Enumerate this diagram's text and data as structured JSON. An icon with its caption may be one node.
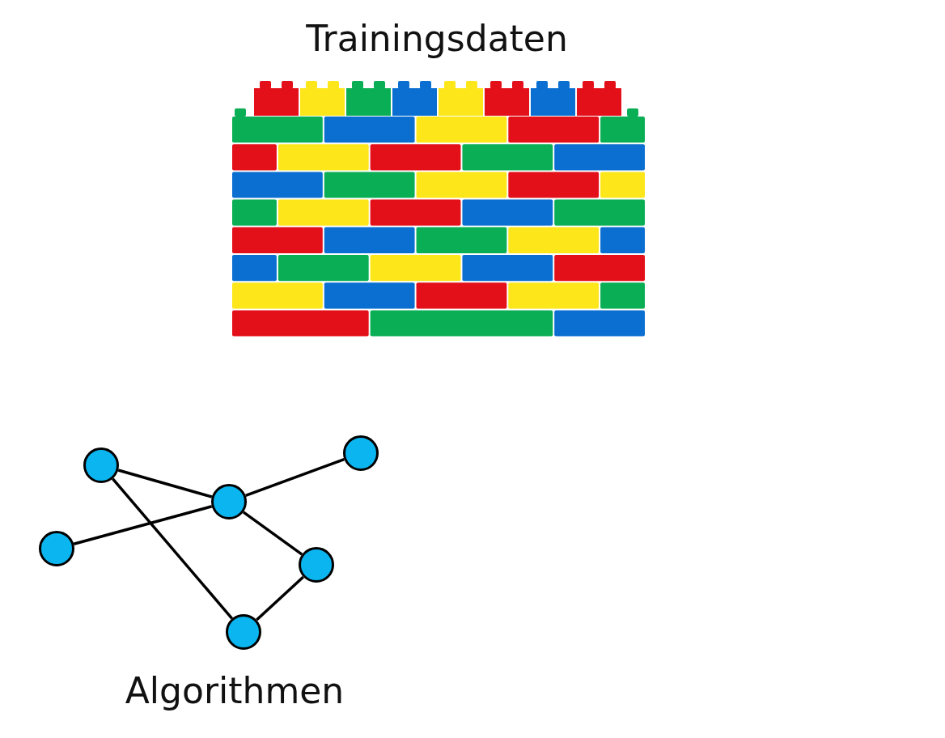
{
  "diagram": {
    "nodes": [
      {
        "text": [],
        "shape": "circle"
      },
      {
        "text": [],
        "shape": "circle"
      },
      {
        "text": [],
        "shape": "circle"
      },
      {
        "text": [],
        "shape": "circle"
      },
      {
        "text": [],
        "shape": "circle"
      },
      {
        "text": [],
        "shape": "circle"
      }
    ],
    "edges": [
      {
        "from": 1,
        "to": 2,
        "arrow": "none"
      },
      {
        "from": 2,
        "to": 0,
        "arrow": "none"
      },
      {
        "from": 3,
        "to": 2,
        "arrow": "none"
      },
      {
        "from": 1,
        "to": 5,
        "arrow": "none"
      },
      {
        "from": 2,
        "to": 4,
        "arrow": "none"
      },
      {
        "from": 4,
        "to": 5,
        "arrow": "none"
      }
    ],
    "labels": [
      "Trainingsdaten",
      "Algorithmen"
    ]
  }
}
